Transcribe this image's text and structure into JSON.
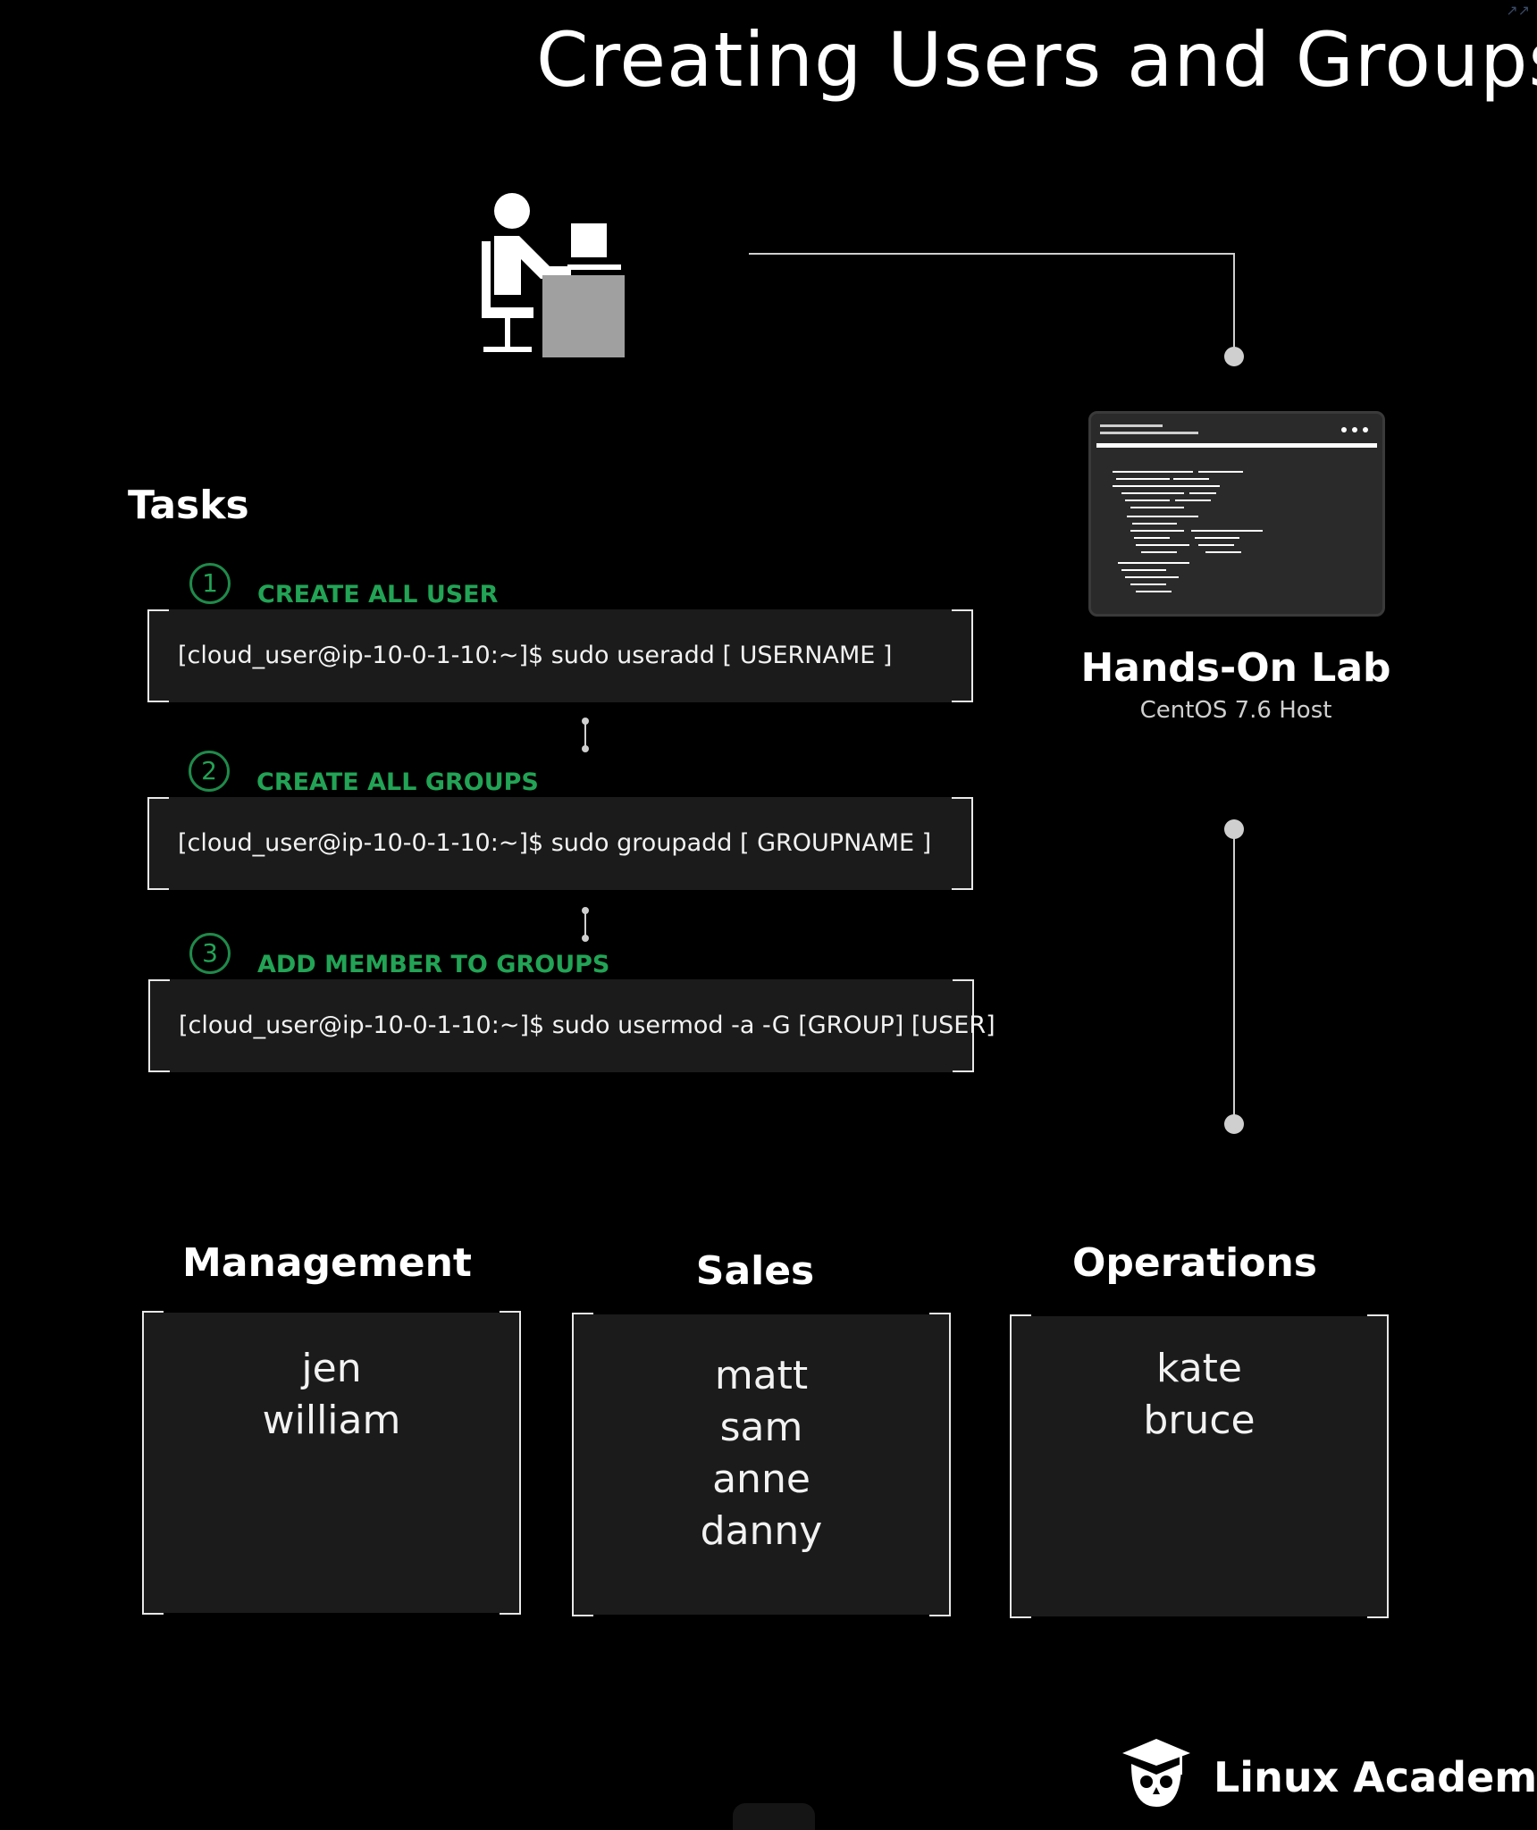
{
  "title": "Creating Users and Groups",
  "tasks": {
    "heading": "Tasks",
    "steps": [
      {
        "number": "1",
        "label": "CREATE ALL USER",
        "command": "[cloud_user@ip-10-0-1-10:~]$ sudo useradd [ USERNAME ]"
      },
      {
        "number": "2",
        "label": "CREATE ALL GROUPS",
        "command": "[cloud_user@ip-10-0-1-10:~]$ sudo groupadd [ GROUPNAME ]"
      },
      {
        "number": "3",
        "label": "ADD MEMBER TO GROUPS",
        "command": "[cloud_user@ip-10-0-1-10:~]$ sudo usermod -a -G [GROUP] [USER]"
      }
    ]
  },
  "lab": {
    "title": "Hands-On Lab",
    "subtitle": "CentOS 7.6 Host"
  },
  "groups": [
    {
      "name": "Management",
      "members": [
        "jen",
        "william"
      ]
    },
    {
      "name": "Sales",
      "members": [
        "matt",
        "sam",
        "anne",
        "danny"
      ]
    },
    {
      "name": "Operations",
      "members": [
        "kate",
        "bruce"
      ]
    }
  ],
  "brand": {
    "name": "Linux Academy"
  },
  "icons": {
    "user": "user-at-computer-icon",
    "terminal": "terminal-window-icon",
    "logo": "owl-graduation-cap-icon"
  },
  "colors": {
    "accent_green": "#22a355",
    "background": "#000000",
    "panel": "#1b1b1b"
  }
}
